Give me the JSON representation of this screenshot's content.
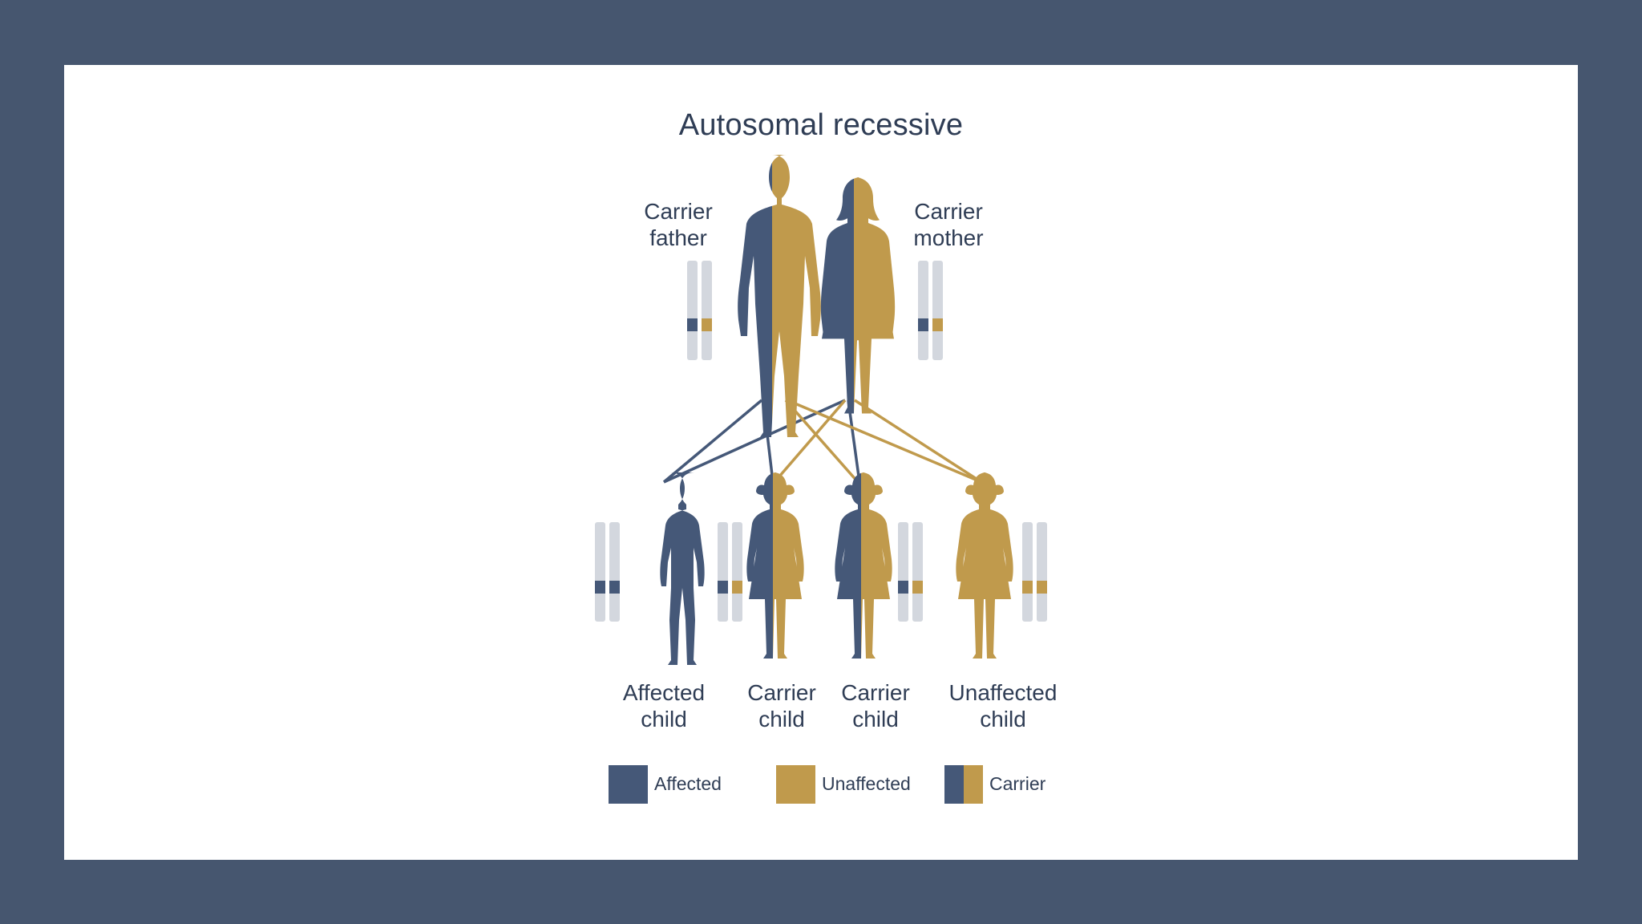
{
  "title": "Autosomal recessive",
  "colors": {
    "frame": "#46566f",
    "affected": "#455878",
    "unaffected": "#c09a4c",
    "chromosome": "#d3d7de"
  },
  "parents": [
    {
      "id": "father",
      "label_line1": "Carrier",
      "label_line2": "father",
      "status": "carrier"
    },
    {
      "id": "mother",
      "label_line1": "Carrier",
      "label_line2": "mother",
      "status": "carrier"
    }
  ],
  "children": [
    {
      "id": "child1",
      "label_line1": "Affected",
      "label_line2": "child",
      "status": "affected"
    },
    {
      "id": "child2",
      "label_line1": "Carrier",
      "label_line2": "child",
      "status": "carrier"
    },
    {
      "id": "child3",
      "label_line1": "Carrier",
      "label_line2": "child",
      "status": "carrier"
    },
    {
      "id": "child4",
      "label_line1": "Unaffected",
      "label_line2": "child",
      "status": "unaffected"
    }
  ],
  "legend": {
    "affected": "Affected",
    "unaffected": "Unaffected",
    "carrier": "Carrier"
  }
}
